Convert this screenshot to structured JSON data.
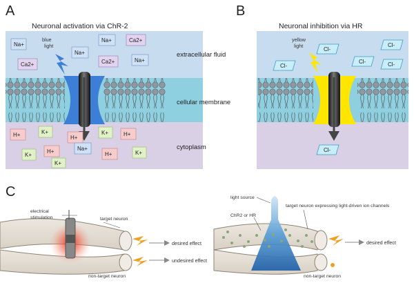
{
  "panel_a": {
    "letter": "A",
    "title": "Neuronal activation via ChR-2",
    "light_label": [
      "blue",
      "light"
    ],
    "regions": {
      "extracellular": "extracellular fluid",
      "membrane": "cellular membrane",
      "cytoplasm": "cytoplasm"
    },
    "ions_outside": [
      "Na+",
      "Ca2+",
      "Na+",
      "Na+",
      "Ca2+",
      "Ca2+",
      "Na+"
    ],
    "ions_inside": [
      "H+",
      "K+",
      "K+",
      "H+",
      "H+",
      "K+",
      "H+",
      "Na+",
      "K+",
      "H+",
      "K+"
    ]
  },
  "panel_b": {
    "letter": "B",
    "title": "Neuronal inhibition via HR",
    "light_label": [
      "yellow",
      "light"
    ],
    "ions": [
      "Cl-",
      "Cl-",
      "Cl-",
      "Cl-",
      "Cl-",
      "Cl-"
    ]
  },
  "panel_c": {
    "letter": "C",
    "left": {
      "stimulation_label": [
        "electrical",
        "stimulation"
      ],
      "target_label": "target neuron",
      "desired": "desired effect",
      "undesired": "undesired effect",
      "nontarget_label": "non-target neuron"
    },
    "right": {
      "light_source": "light source",
      "chr2_or_hr": "ChR2 or HR",
      "target_label": "target neuron expressing light-driven ion channels",
      "desired": "desired effect",
      "nontarget_label": "non-target neuron"
    }
  },
  "colors": {
    "extracellular_bg": "#c8dcef",
    "membrane_bg": "#8ecfe0",
    "cytoplasm_bg": "#d9d0e6",
    "blue_light": "#3d7fd6",
    "yellow_light": "#ffe600",
    "cl_box": "#c9eef9",
    "na_box": "#cfe1f6",
    "ca_box": "#e2d4ef",
    "h_box": "#f7cccc",
    "k_box": "#e2f2c8"
  }
}
